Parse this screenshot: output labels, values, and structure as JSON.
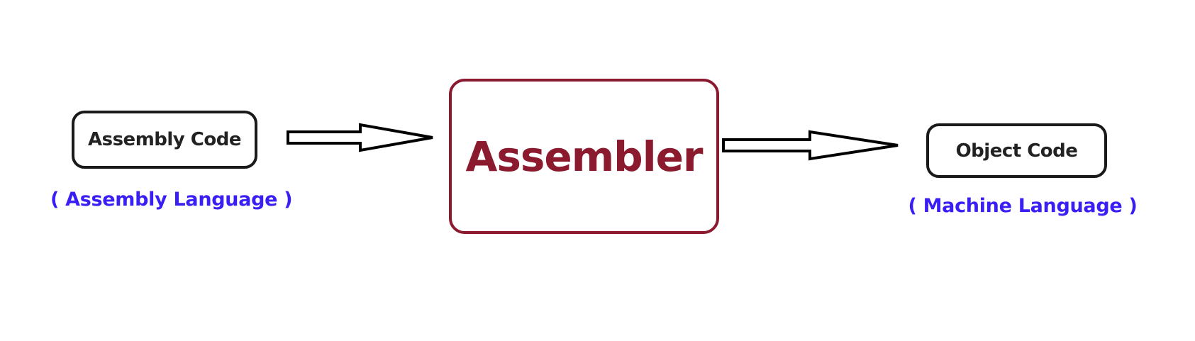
{
  "nodes": {
    "input": {
      "label": "Assembly Code",
      "caption": "( Assembly Language )"
    },
    "processor": {
      "label": "Assembler"
    },
    "output": {
      "label": "Object Code",
      "caption": "( Machine Language )"
    }
  },
  "colors": {
    "box_border": "#1a1a1a",
    "box_text": "#222222",
    "processor_accent": "#8b1a2e",
    "caption_text": "#3a1ff5",
    "arrow_stroke": "#000000"
  }
}
